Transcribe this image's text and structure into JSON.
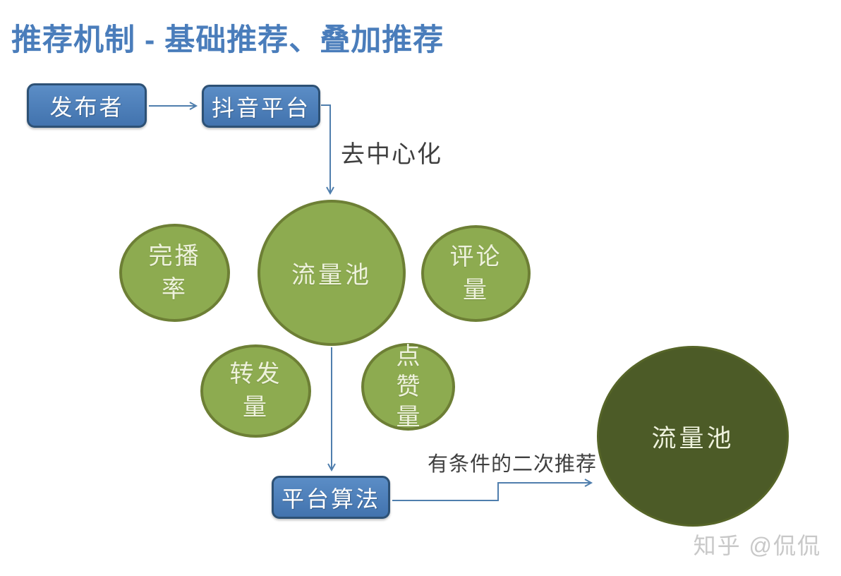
{
  "title": {
    "text": "推荐机制 - 基础推荐、叠加推荐"
  },
  "flow": {
    "publisher_box": "发布者",
    "platform_box": "抖音平台",
    "decentralize_label": "去中心化",
    "center_pool_circle": "流量池",
    "completion_circle": "完播\n率",
    "comment_circle": "评论\n量",
    "share_circle": "转发\n量",
    "like_circle": "点\n赞\n量",
    "algorithm_box": "平台算法",
    "secondary_label": "有条件的二次推荐",
    "final_pool_circle": "流量池"
  },
  "watermark": {
    "text": "知乎 @侃侃"
  },
  "colors": {
    "title_color": "#4a7dbb",
    "box_fill_top": "#5b8dc6",
    "box_fill_bottom": "#4273ae",
    "box_border": "#2d5175",
    "light_green_fill": "#8dab50",
    "light_green_border": "#6d7f35",
    "dark_green_fill": "#4c5b27",
    "dark_green_border": "#566528",
    "connector": "#4f7ead",
    "label_text": "#3f3f3f",
    "circle_text": "#eef2dc",
    "watermark_color": "#c8c8c8"
  }
}
